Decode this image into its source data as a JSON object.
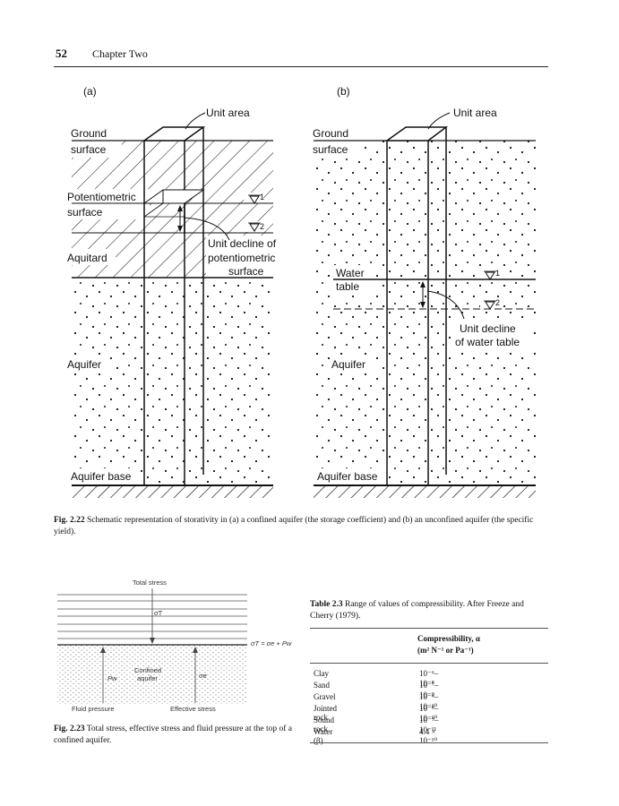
{
  "header": {
    "page_number": "52",
    "chapter": "Chapter Two"
  },
  "figure_2_22": {
    "panel_a": {
      "label": "(a)",
      "unit_area": "Unit area",
      "ground": "Ground",
      "surface": "surface",
      "potentiometric": "Potentiometric",
      "potentiometric_surface": "surface",
      "level1": "1",
      "level2": "2",
      "aquitard": "Aquitard",
      "decline1": "Unit decline of",
      "decline2": "potentiometric",
      "decline3": "surface",
      "aquifer": "Aquifer",
      "base": "Aquifer base"
    },
    "panel_b": {
      "label": "(b)",
      "unit_area": "Unit area",
      "ground": "Ground",
      "surface": "surface",
      "water": "Water",
      "table": "table",
      "level1": "1",
      "level2": "2",
      "decline1": "Unit decline",
      "decline2": "of water table",
      "aquifer": "Aquifer",
      "base": "Aquifer base"
    },
    "caption_label": "Fig. 2.22",
    "caption_text": "Schematic representation of storativity in (a) a confined aquifer (the storage coefficient) and (b) an unconfined aquifer (the specific yield)."
  },
  "figure_2_23": {
    "total_stress": "Total stress",
    "sigma_t": "σT",
    "equation": "σT = σe + Pw",
    "pw": "Pw",
    "confined": "Confined",
    "aquifer": "aquifer",
    "sigma_e": "σe",
    "fluid_pressure": "Fluid pressure",
    "effective_stress": "Effective stress",
    "caption_label": "Fig. 2.23",
    "caption_text": "Total stress, effective stress and fluid pressure at the top of a confined aquifer."
  },
  "table_2_3": {
    "label": "Table 2.3",
    "title": "Range of values of compressibility. After Freeze and Cherry (1979).",
    "col_head1": "Compressibility, α",
    "col_head2": "(m² N⁻¹ or Pa⁻¹)",
    "rows": [
      {
        "material": "Clay",
        "value": "10⁻⁶–10⁻⁸"
      },
      {
        "material": "Sand",
        "value": "10⁻⁷–10⁻⁹"
      },
      {
        "material": "Gravel",
        "value": "10⁻⁸–10⁻¹⁰"
      },
      {
        "material": "Jointed rock",
        "value": "10⁻⁸–10⁻¹⁰"
      },
      {
        "material": "Sound rock",
        "value": "10⁻⁹–10⁻¹¹"
      },
      {
        "material": "Water (β)",
        "value": "4.4 × 10⁻¹⁰"
      }
    ]
  }
}
